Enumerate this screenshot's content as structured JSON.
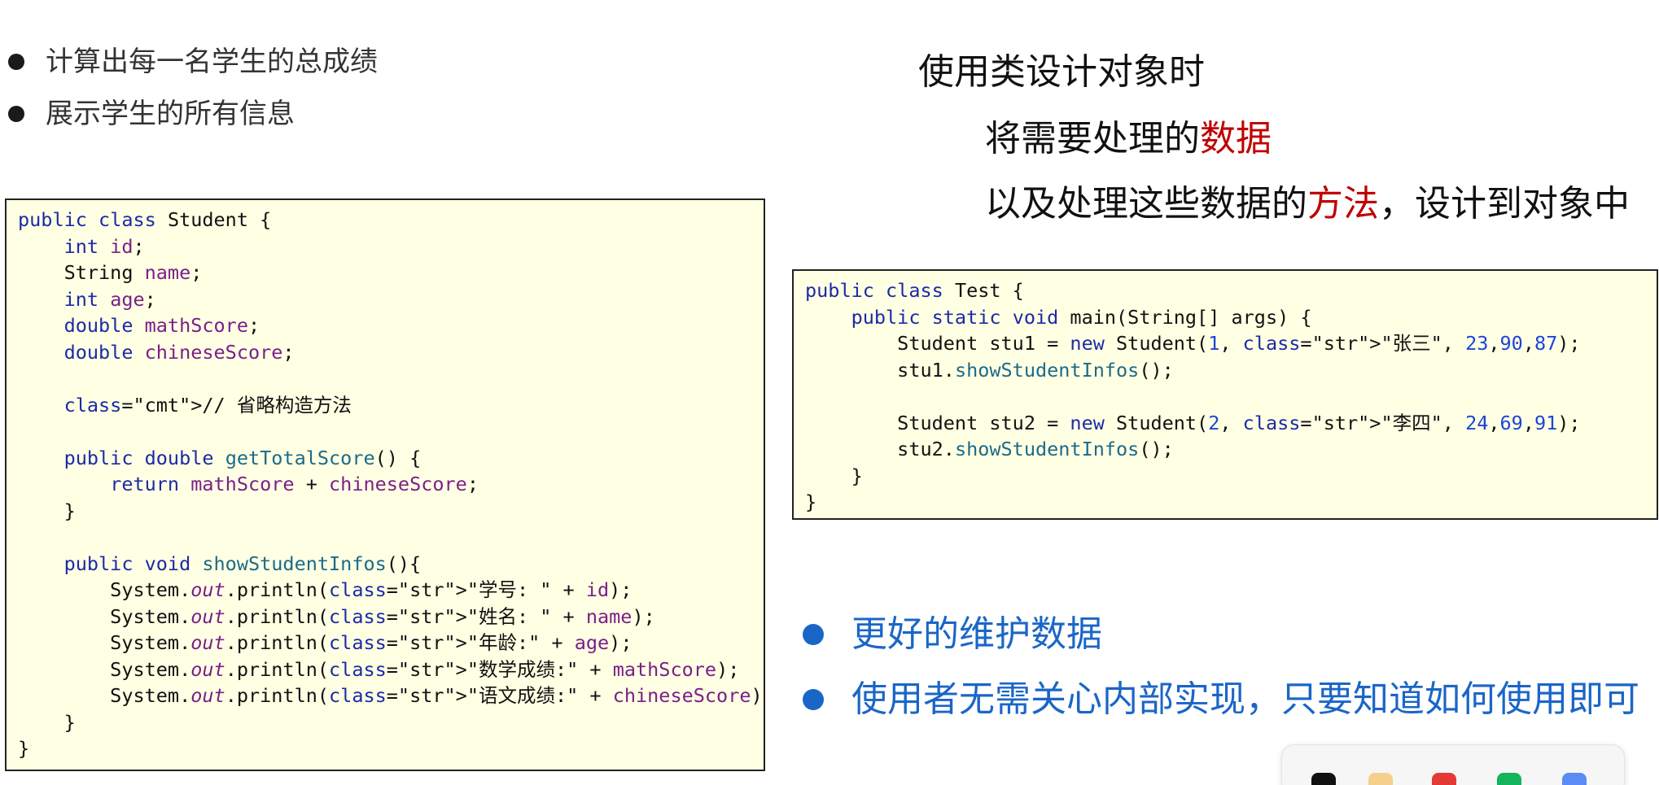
{
  "left_bullets": [
    "计算出每一名学生的总成绩",
    "展示学生的所有信息"
  ],
  "heading": {
    "title": "使用类设计对象时",
    "line1_prefix": "将需要处理的",
    "line1_accent": "数据",
    "line2_prefix": "以及处理这些数据的",
    "line2_accent": "方法",
    "line2_suffix": "，设计到对象中"
  },
  "code_left": {
    "lines": [
      "public class Student {",
      "    int id;",
      "    String name;",
      "    int age;",
      "    double mathScore;",
      "    double chineseScore;",
      "",
      "    // 省略构造方法",
      "",
      "    public double getTotalScore() {",
      "        return mathScore + chineseScore;",
      "    }",
      "",
      "    public void showStudentInfos(){",
      "        System.out.println(\"学号: \" + id);",
      "        System.out.println(\"姓名: \" + name);",
      "        System.out.println(\"年龄:\" + age);",
      "        System.out.println(\"数学成绩:\" + mathScore);",
      "        System.out.println(\"语文成绩:\" + chineseScore);",
      "    }",
      "}"
    ]
  },
  "code_right": {
    "lines": [
      "public class Test {",
      "    public static void main(String[] args) {",
      "        Student stu1 = new Student(1, \"张三\", 23,90,87);",
      "        stu1.showStudentInfos();",
      "",
      "        Student stu2 = new Student(2, \"李四\", 24,69,91);",
      "        stu2.showStudentInfos();",
      "    }",
      "}"
    ]
  },
  "right_bullets": [
    "更好的维护数据",
    "使用者无需关心内部实现，只要知道如何使用即可"
  ],
  "dock": {
    "icons": [
      "tiktok-icon",
      "cat-icon",
      "red-app-icon",
      "green-app-icon",
      "blue-app-icon"
    ]
  }
}
